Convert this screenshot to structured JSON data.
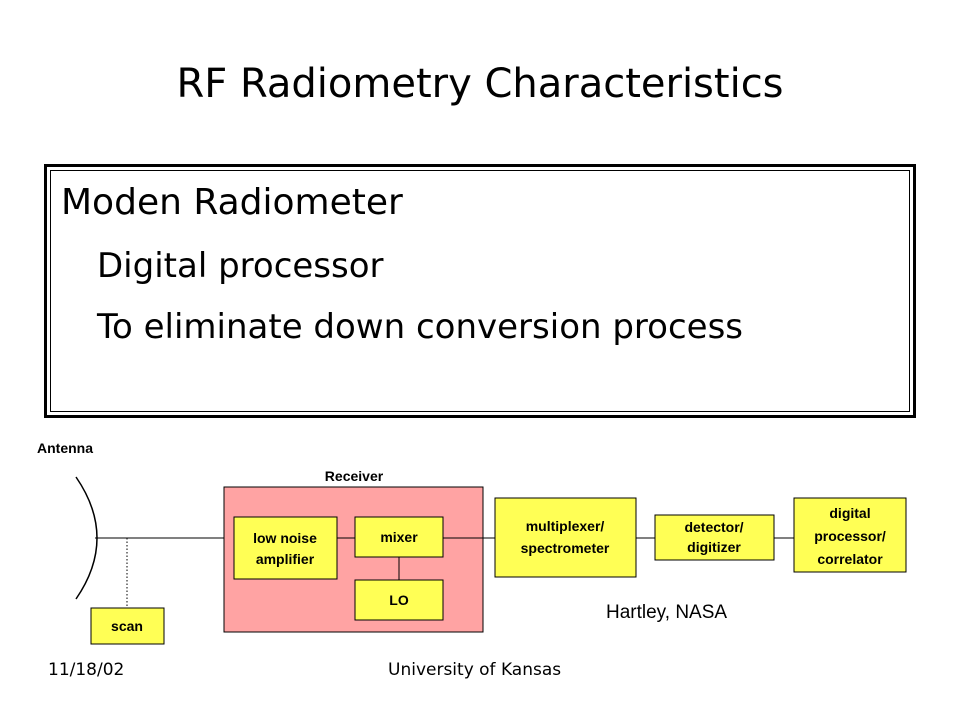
{
  "slide": {
    "title": "RF Radiometry Characteristics",
    "bullets": [
      "Moden Radiometer",
      "Digital processor",
      "To eliminate down conversion process"
    ]
  },
  "diagram": {
    "antenna_label": "Antenna",
    "receiver_label": "Receiver",
    "scan_label": "scan",
    "lna_label": [
      "low noise",
      "amplifier"
    ],
    "mixer_label": "mixer",
    "lo_label": "LO",
    "multiplexer_label": [
      "multiplexer/",
      "spectrometer"
    ],
    "detector_label": [
      "detector/",
      "digitizer"
    ],
    "digital_processor_label": [
      "digital",
      "processor/",
      "correlator"
    ],
    "colors": {
      "receiver_fill": "#ffa3a3",
      "block_fill": "#ffff55"
    }
  },
  "credit": "Hartley, NASA",
  "footer": {
    "date": "11/18/02",
    "organization": "University of Kansas"
  }
}
